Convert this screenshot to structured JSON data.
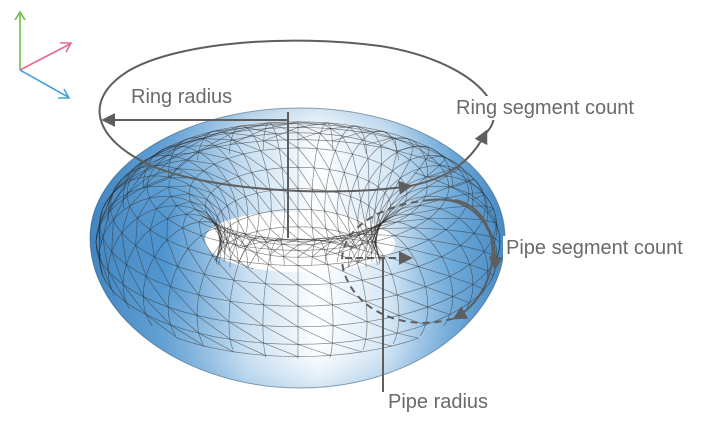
{
  "labels": {
    "ring_radius": "Ring radius",
    "ring_segment_count": "Ring segment count",
    "pipe_segment_count": "Pipe segment count",
    "pipe_radius": "Pipe radius"
  },
  "colors": {
    "torus_dark": "#1f6fb4",
    "torus_light": "#ffffff",
    "wire": "#3a3a3a",
    "annotation": "#5e5e5e",
    "axis_x": "#4aa3df",
    "axis_y": "#6abf4b",
    "axis_z": "#ea6a8e"
  },
  "icons": {
    "axes": "xyz-axes-icon"
  }
}
